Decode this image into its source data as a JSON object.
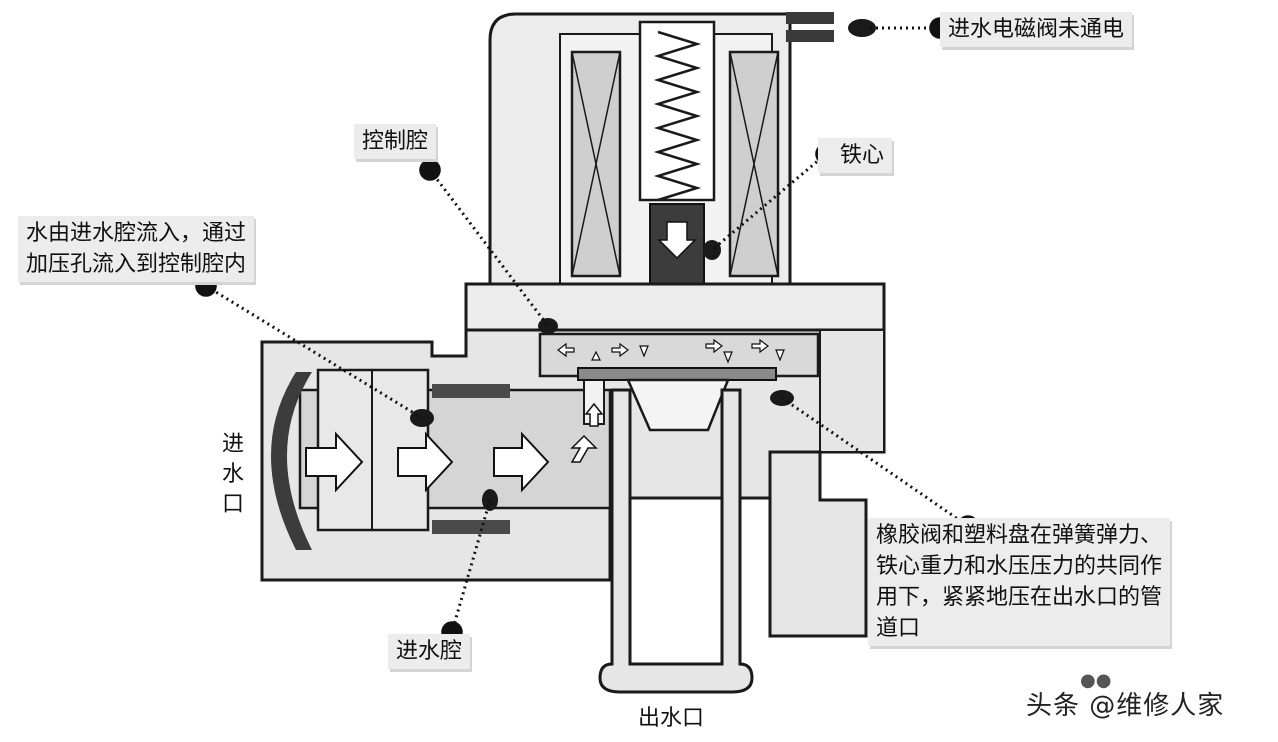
{
  "labels": {
    "valve_state": "进水电磁阀未通电",
    "control_chamber": "控制腔",
    "iron_core": "铁心",
    "water_flow_note": [
      "水由进水腔流入，通过",
      "加压孔流入到控制腔内"
    ],
    "inlet": [
      "进",
      "水",
      "口"
    ],
    "inlet_chamber": "进水腔",
    "rubber_valve_note": [
      "橡胶阀和塑料盘在弹簧弹力、",
      "铁心重力和水压压力的共同作",
      "用下，紧紧地压在出水口的管",
      "道口"
    ],
    "outlet": "出水口"
  },
  "watermark": {
    "text": "头条 @维修人家",
    "logo_icon": "wechat-dots-icon"
  },
  "colors": {
    "body_fill": "#e6e6e6",
    "outline": "#1a1a1a",
    "coil_fill": "#cfcfcf",
    "core_fill": "#3c3c3c",
    "chamber_fill": "#d9d9d9",
    "callout_bg": "#ececec"
  }
}
